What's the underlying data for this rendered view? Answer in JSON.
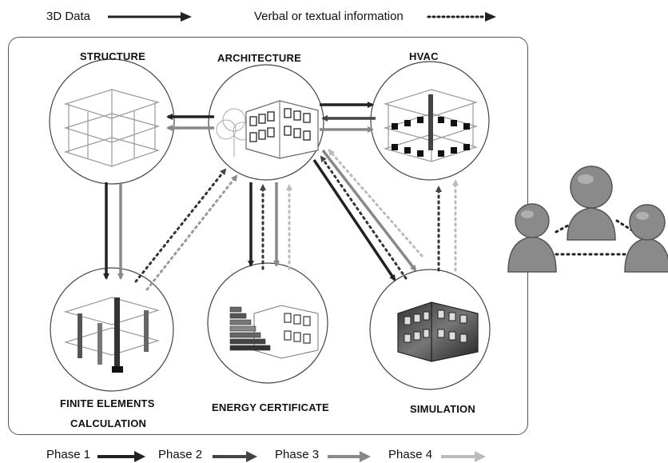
{
  "legend": {
    "data_3d": "3D Data",
    "verbal": "Verbal or textual information"
  },
  "nodes": {
    "structure": "STRUCTURE",
    "architecture": "ARCHITECTURE",
    "hvac": "HVAC",
    "fem_line1": "FINITE ELEMENTS",
    "fem_line2": "CALCULATION",
    "energy": "ENERGY CERTIFICATE",
    "simulation": "SIMULATION"
  },
  "phases": [
    {
      "label": "Phase 1",
      "color": "#222222"
    },
    {
      "label": "Phase 2",
      "color": "#444444"
    },
    {
      "label": "Phase 3",
      "color": "#888888"
    },
    {
      "label": "Phase 4",
      "color": "#bbbbbb"
    }
  ],
  "colors": {
    "phase1": "#222222",
    "phase2": "#444444",
    "phase3": "#888888",
    "phase4": "#bbbbbb",
    "person": "#8a8a8a"
  }
}
